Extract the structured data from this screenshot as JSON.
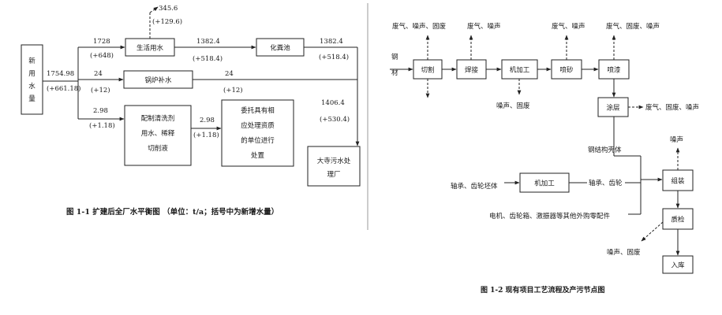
{
  "fig1": {
    "boxes": {
      "new_water": [
        "新",
        "用",
        "水",
        "量"
      ],
      "domestic": "生活用水",
      "septic": "化粪池",
      "boiler": "锅炉补水",
      "cleaning": [
        "配制清洗剂",
        "用水、稀释",
        "切削液"
      ],
      "entrusted": [
        "委托具有相",
        "应处理资质",
        "的单位进行",
        "处置"
      ],
      "sewage_plant": [
        "大寺污水处",
        "理厂"
      ]
    },
    "flows": {
      "total": "1754.98",
      "total_add": "(+661.18)",
      "domestic_in": "1728",
      "domestic_in_add": "(+648)",
      "loss": "345.6",
      "loss_add": "(+129.6)",
      "domestic_out": "1382.4",
      "domestic_out_add": "(+518.4)",
      "septic_out": "1382.4",
      "septic_out_add": "(+518.4)",
      "boiler_in": "24",
      "boiler_in_add": "(+12)",
      "boiler_out": "24",
      "boiler_out_add": "(+12)",
      "cleaning_in": "2.98",
      "cleaning_in_add": "(+1.18)",
      "cleaning_out": "2.98",
      "cleaning_out_add": "(+1.18)",
      "plant_in": "1406.4",
      "plant_in_add": "(+530.4)"
    },
    "caption": "图 1-1   扩建后全厂水平衡图 （单位：t/a；括号中为新增水量）"
  },
  "fig2": {
    "input_steel": [
      "钢",
      "材"
    ],
    "steps": {
      "cut": "切割",
      "weld": "焊接",
      "machining": "机加工",
      "sandblast": "喷砂",
      "spray": "喷漆",
      "coat": "涂层",
      "machining2": "机加工",
      "assemble": "组装",
      "inspect": "质检",
      "storage": "入库"
    },
    "pollutants": {
      "cut_top": "废气、噪声、固废",
      "weld_top": "废气、噪声",
      "sand_top": "废气、噪声",
      "spray_top": "废气、固废、噪声",
      "mach_bottom": "噪声、固废",
      "coat_right": "废气、固废、噪声",
      "assemble_top": "噪声",
      "inspect_bottom": "噪声、固废"
    },
    "labels": {
      "shell": "钢结构壳体",
      "bearing_blank": "轴承、齿轮坯体",
      "bearing": "轴承、齿轮",
      "parts": "电机、齿轮箱、激振器等其他外购零配件"
    },
    "caption": "图 1-2  现有项目工艺流程及产污节点图"
  }
}
